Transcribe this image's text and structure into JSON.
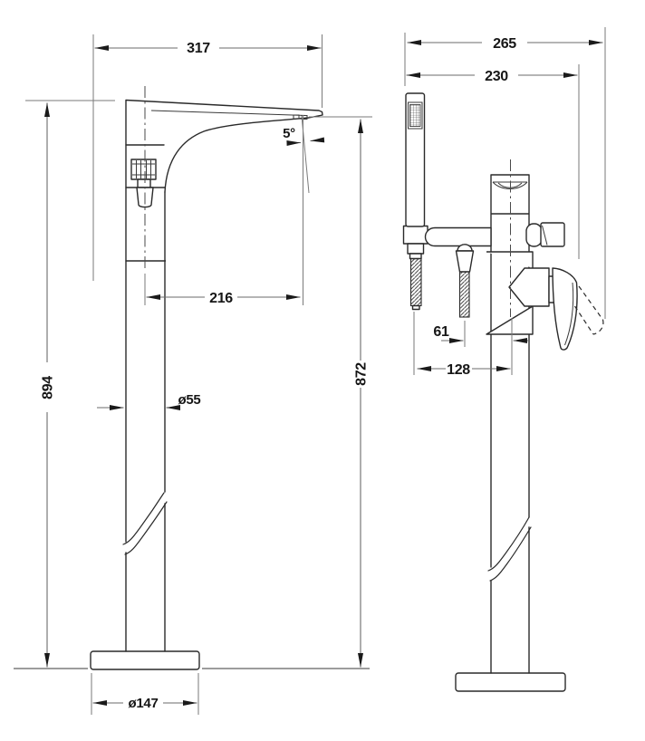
{
  "drawing": {
    "background": "#ffffff",
    "line_color": "#2a2a2a",
    "dimension_color": "#6b6b6b",
    "views": {
      "side": {
        "dims": {
          "depth": "317",
          "spout_angle": "5°",
          "spout_reach": "216",
          "height_overall": "894",
          "height_spout": "872",
          "column_diameter": "ø55",
          "base_diameter": "ø147"
        }
      },
      "front": {
        "dims": {
          "width_overall": "265",
          "width_to_handle": "230",
          "hose_spacing": "61",
          "shower_offset": "128"
        }
      }
    }
  }
}
